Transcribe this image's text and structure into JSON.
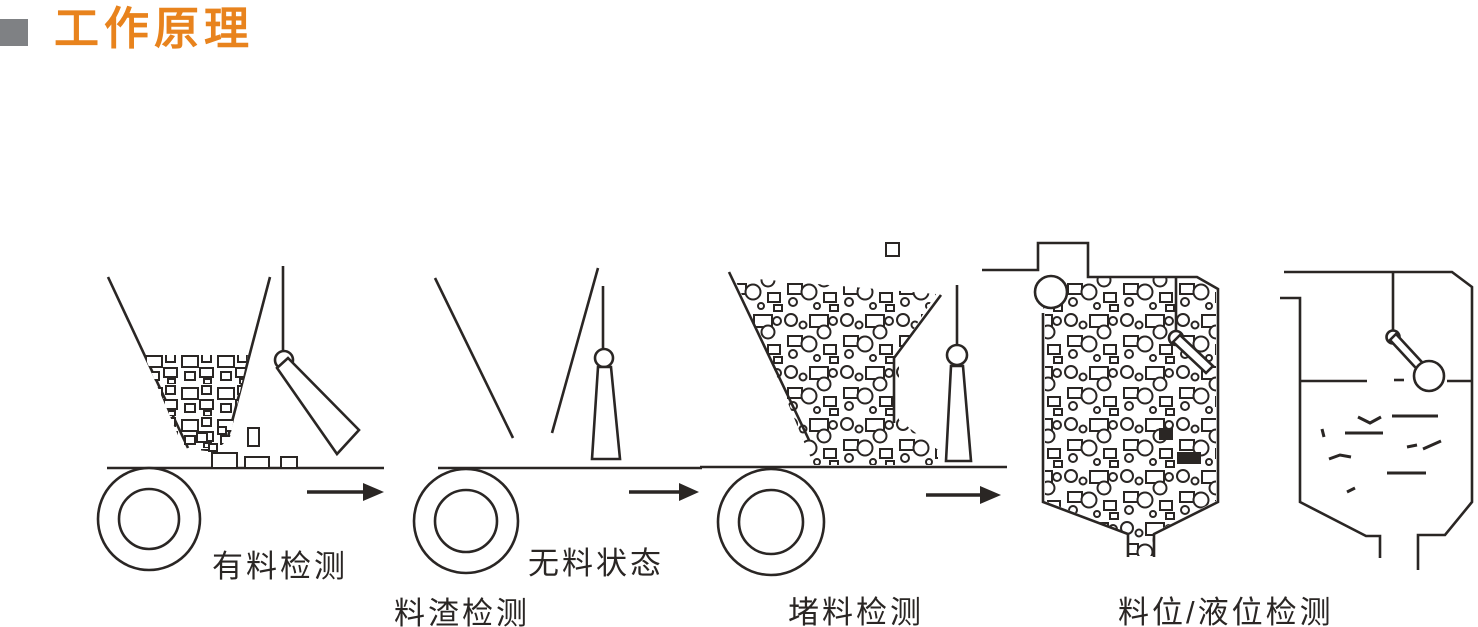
{
  "theme": {
    "accent": "#E8831D",
    "bullet": "#7F8184",
    "line": "#2A2624",
    "background": "#FFFFFF"
  },
  "header": {
    "title": "工作原理"
  },
  "scenes": {
    "material_present": {
      "label": "有料检测"
    },
    "no_material": {
      "label": "无料状态"
    },
    "blockage": {
      "label": "堵料检测"
    }
  },
  "group_labels": {
    "residue_detection": "料渣检测",
    "level_detection": "料位/液位检测"
  }
}
